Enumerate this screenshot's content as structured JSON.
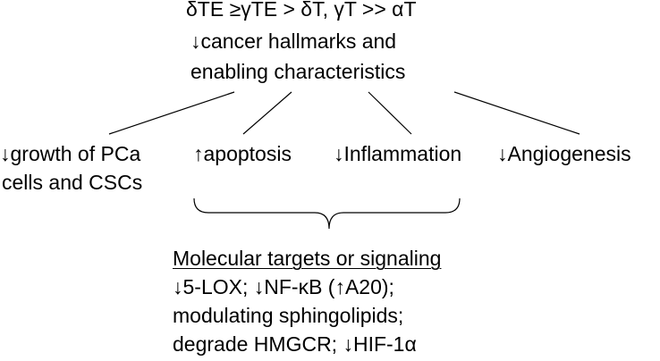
{
  "top_block": {
    "line1": "δTE ≥γTE > δT, γT >> αT",
    "line2": "↓cancer hallmarks and",
    "line3": "enabling characteristics"
  },
  "effects": {
    "growth_line1": "↓growth of PCa",
    "growth_line2": "cells and CSCs",
    "apoptosis": "↑apoptosis",
    "inflammation": "↓Inflammation",
    "angiogenesis": "↓Angiogenesis"
  },
  "bottom_block": {
    "heading": "Molecular targets or signaling",
    "line1": "↓5-LOX; ↓NF-κB (↑A20);",
    "line2": "modulating sphingolipids;",
    "line3": "degrade HMGCR; ↓HIF-1α"
  }
}
